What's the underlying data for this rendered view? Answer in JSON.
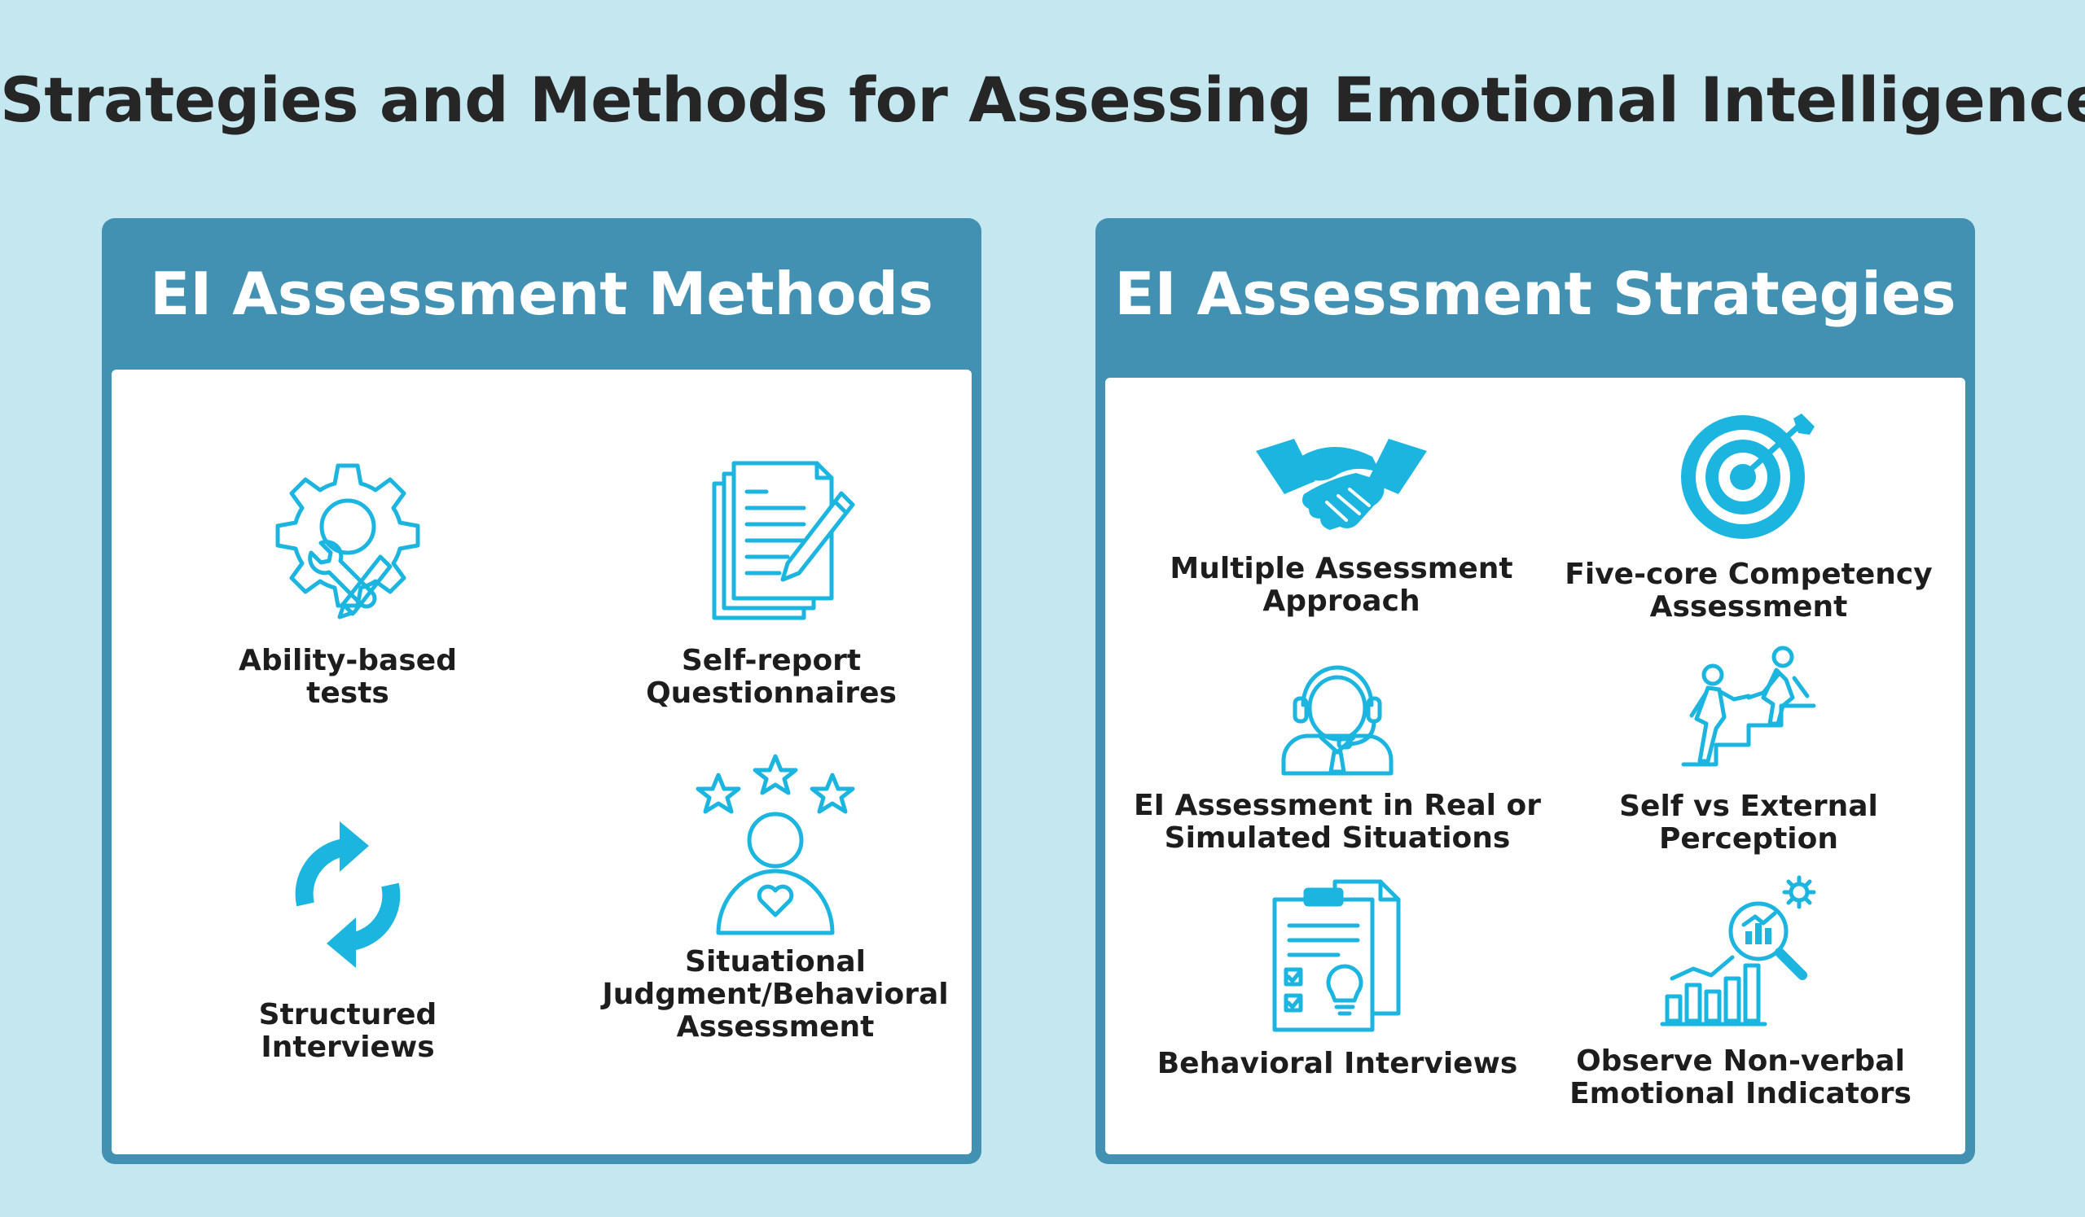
{
  "title": "Strategies and Methods for Assessing Emotional Intelligence",
  "colors": {
    "background": "#c5e8f0",
    "panel": "#4291b2",
    "icon": "#1bb5e0"
  },
  "methods": {
    "heading": "EI Assessment Methods",
    "items": [
      {
        "label": "Ability-based\ntests",
        "icon": "gear-wrench-pencil-icon"
      },
      {
        "label": "Self-report\nQuestionnaires",
        "icon": "documents-pencil-icon"
      },
      {
        "label": "Structured\nInterviews",
        "icon": "circular-arrows-icon"
      },
      {
        "label": "Situational\nJudgment/Behavioral\nAssessment",
        "icon": "person-stars-heart-icon"
      }
    ]
  },
  "strategies": {
    "heading": "EI Assessment Strategies",
    "items": [
      {
        "label": "Multiple Assessment\nApproach",
        "icon": "handshake-icon"
      },
      {
        "label": "Five-core Competency\nAssessment",
        "icon": "target-arrow-icon"
      },
      {
        "label": "EI Assessment in Real or\nSimulated Situations",
        "icon": "headset-agent-icon"
      },
      {
        "label": "Self vs External\nPerception",
        "icon": "climbing-help-icon"
      },
      {
        "label": "Behavioral Interviews",
        "icon": "clipboard-lightbulb-icon"
      },
      {
        "label": "Observe Non-verbal\nEmotional Indicators",
        "icon": "analytics-magnifier-icon"
      }
    ]
  }
}
